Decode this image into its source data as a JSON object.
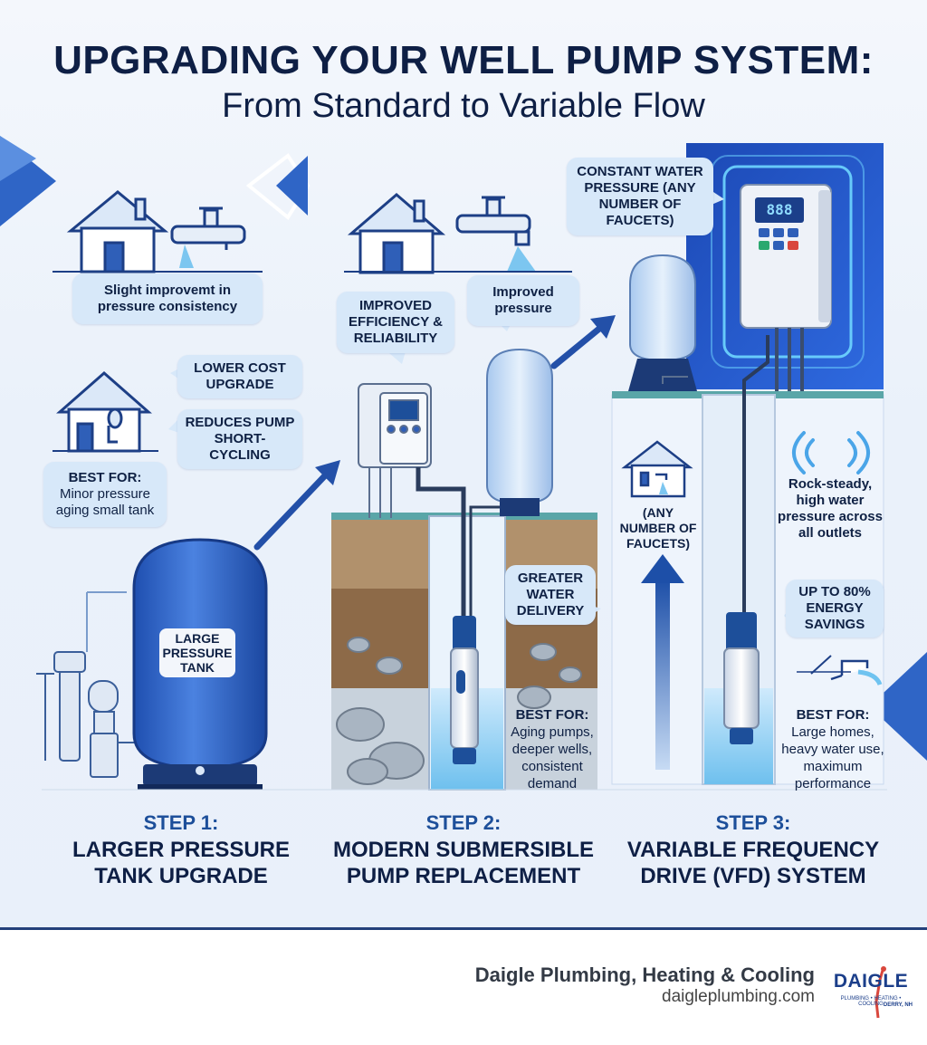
{
  "header": {
    "title": "UPGRADING YOUR WELL PUMP SYSTEM:",
    "subtitle": "From Standard to Variable Flow"
  },
  "colors": {
    "navy": "#0e1f45",
    "accent_blue": "#1d4f9a",
    "bubble": "#d7e8f9",
    "tank_blue": "#2f63c9",
    "water": "#a8d8f5"
  },
  "step1": {
    "step_label": "STEP 1:",
    "step_name": [
      "LARGER PRESSURE",
      "TANK UPGRADE"
    ],
    "bubble_consistency": "Slight improvemt in pressure consistency",
    "bubble_cost": "LOWER COST UPGRADE",
    "bubble_cycling": "REDUCES PUMP SHORT-CYCLING",
    "best_for_title": "BEST FOR:",
    "best_for_text": "Minor pressure aging small tank",
    "tank_label": "LARGE PRESSURE TANK"
  },
  "step2": {
    "step_label": "STEP 2:",
    "step_name": [
      "MODERN SUBMERSIBLE",
      "PUMP REPLACEMENT"
    ],
    "bubble_efficiency": "IMPROVED EFFICIENCY & RELIABILITY",
    "bubble_pressure": "Improved pressure",
    "bubble_delivery": "GREATER WATER DELIVERY",
    "best_for_title": "BEST FOR:",
    "best_for_text": "Aging pumps, deeper wells, consistent demand"
  },
  "step3": {
    "step_label": "STEP 3:",
    "step_name": [
      "VARIABLE FREQUENCY",
      "DRIVE (VFD) SYSTEM"
    ],
    "bubble_constant": "CONSTANT WATER PRESSURE (ANY NUMBER OF FAUCETS)",
    "faucets_note": "(ANY NUMBER OF FAUCETS)",
    "steady_note": "Rock-steady, high water pressure across all outlets",
    "bubble_energy": "UP TO 80% ENERGY SAVINGS",
    "best_for_title": "BEST FOR:",
    "best_for_text": "Large homes, heavy water use, maximum performance",
    "controller_display": "888"
  },
  "footer": {
    "company": "Daigle Plumbing, Heating & Cooling",
    "website": "daigleplumbing.com",
    "logo_word": "DAIGLE",
    "logo_tagline": "PLUMBING • HEATING • COOLING",
    "logo_location": "DERRY, NH"
  }
}
